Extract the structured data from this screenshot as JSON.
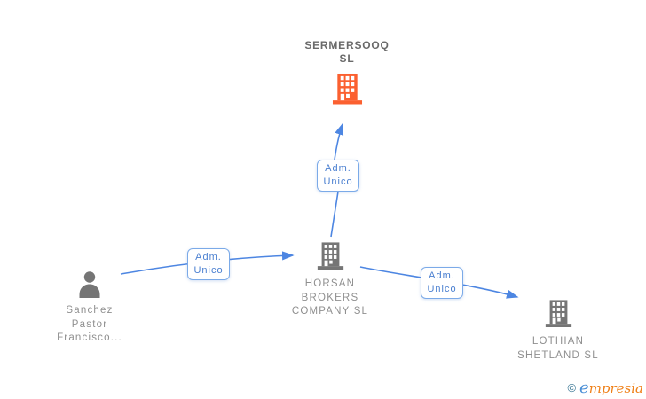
{
  "colors": {
    "edge_blue": "#4d86e2",
    "edge_label_blue": "#4a7fd0",
    "edge_box_border_blue": "#7baae8",
    "company_icon_gray": "#757575",
    "label_text_gray": "#8f8f8f",
    "title_text_gray": "#6a6a6a",
    "highlight_orange": "#fb6030",
    "logo_copyright_teal": "#2e6f8e",
    "logo_e_blue": "#4a8fd6",
    "logo_text_orange": "#ef8018"
  },
  "nodes": {
    "sermersooq": {
      "name_lines": [
        "SERMERSOOQ",
        "SL"
      ],
      "icon": "building-icon",
      "highlighted": true
    },
    "horsan": {
      "name_lines": [
        "HORSAN",
        "BROKERS",
        "COMPANY SL"
      ],
      "icon": "building-icon",
      "highlighted": false
    },
    "lothian": {
      "name_lines": [
        "LOTHIAN",
        "SHETLAND SL"
      ],
      "icon": "building-icon",
      "highlighted": false
    },
    "sanchez": {
      "name_lines": [
        "Sanchez",
        "Pastor",
        "Francisco..."
      ],
      "icon": "person-icon",
      "highlighted": false
    }
  },
  "edges": [
    {
      "from": "sanchez",
      "to": "horsan",
      "label_lines": [
        "Adm.",
        "Unico"
      ]
    },
    {
      "from": "horsan",
      "to": "sermersooq",
      "label_lines": [
        "Adm.",
        "Unico"
      ]
    },
    {
      "from": "horsan",
      "to": "lothian",
      "label_lines": [
        "Adm.",
        "Unico"
      ]
    }
  ],
  "watermark": {
    "copyright": "©",
    "brand_first_letter": "e",
    "brand_rest": "mpresia"
  }
}
